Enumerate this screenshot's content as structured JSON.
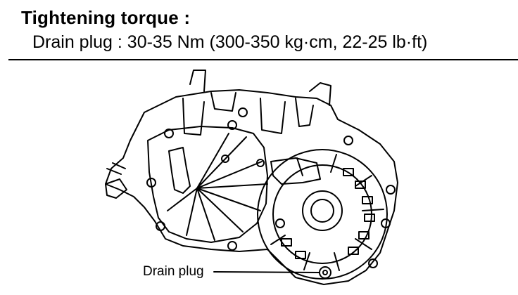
{
  "spec": {
    "heading": "Tightening torque :",
    "drain_plug_spec": "Drain plug : 30-35 Nm (300-350 kg·cm, 22-25 lb·ft)"
  },
  "diagram": {
    "callouts": {
      "drain_plug": "Drain plug"
    }
  }
}
